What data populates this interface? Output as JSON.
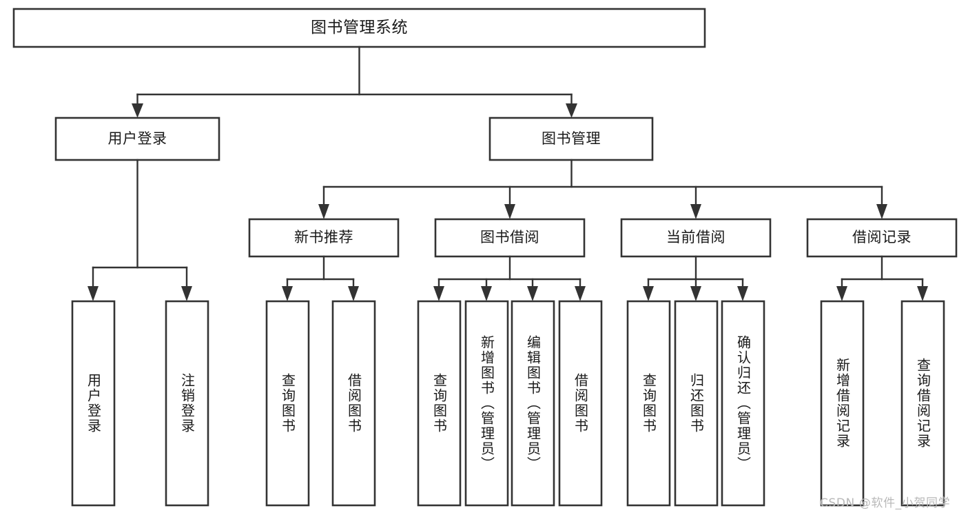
{
  "diagram": {
    "title": "图书管理系统",
    "type": "hierarchy-tree",
    "colors": {
      "stroke": "#333333",
      "box_fill": "#ffffff",
      "text": "#1a1a1a",
      "watermark": "#b9b9b9",
      "background": "#ffffff"
    },
    "levels": {
      "root": {
        "label": "图书管理系统"
      },
      "level2": [
        {
          "label": "用户登录"
        },
        {
          "label": "图书管理"
        }
      ],
      "level3": [
        {
          "label": "新书推荐"
        },
        {
          "label": "图书借阅"
        },
        {
          "label": "当前借阅"
        },
        {
          "label": "借阅记录"
        }
      ],
      "leaves": [
        {
          "label": "用户登录",
          "parent": "用户登录"
        },
        {
          "label": "注销登录",
          "parent": "用户登录"
        },
        {
          "label": "查询图书",
          "parent": "新书推荐"
        },
        {
          "label": "借阅图书",
          "parent": "新书推荐"
        },
        {
          "label": "查询图书",
          "parent": "图书借阅"
        },
        {
          "label": "新增图书（管理员）",
          "parent": "图书借阅"
        },
        {
          "label": "编辑图书（管理员）",
          "parent": "图书借阅"
        },
        {
          "label": "借阅图书",
          "parent": "图书借阅"
        },
        {
          "label": "查询图书",
          "parent": "当前借阅"
        },
        {
          "label": "归还图书",
          "parent": "当前借阅"
        },
        {
          "label": "确认归还（管理员）",
          "parent": "当前借阅"
        },
        {
          "label": "新增借阅记录",
          "parent": "借阅记录"
        },
        {
          "label": "查询借阅记录",
          "parent": "借阅记录"
        }
      ]
    }
  },
  "watermark": {
    "text": "CSDN @软件_小贺同学"
  }
}
